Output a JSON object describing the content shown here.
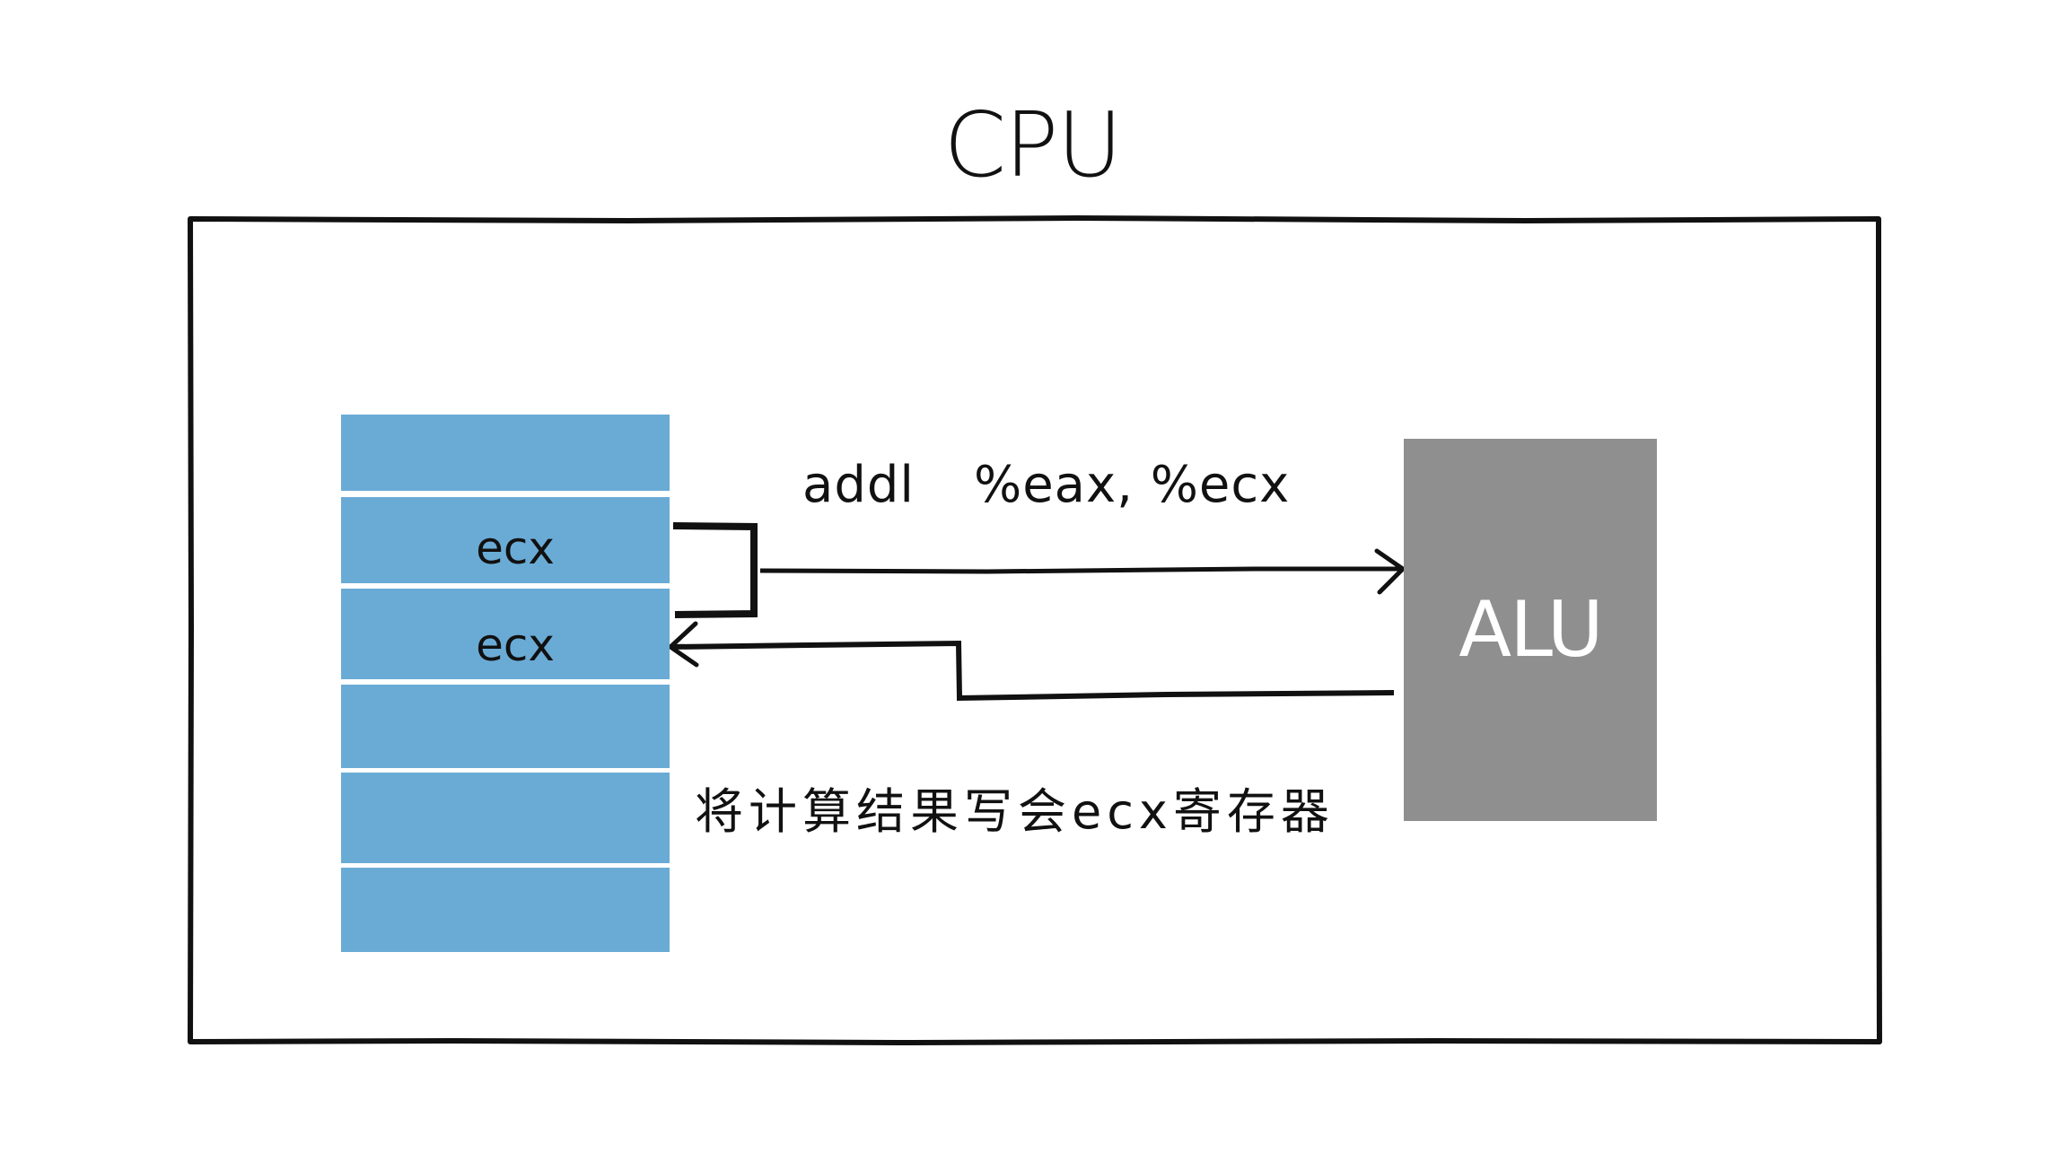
{
  "diagram": {
    "title": "CPU",
    "registers": [
      {
        "label": ""
      },
      {
        "label": "ecx"
      },
      {
        "label": "ecx"
      },
      {
        "label": ""
      },
      {
        "label": ""
      },
      {
        "label": ""
      }
    ],
    "instruction": {
      "opcode": "addl",
      "operands": "%eax, %ecx"
    },
    "alu": {
      "label": "ALU"
    },
    "caption": "将计算结果写会ecx寄存器",
    "colors": {
      "register_fill": "#6aabd6",
      "alu_fill": "#8f8f8f",
      "stroke": "#111111",
      "alu_text": "#ffffff"
    },
    "edges": [
      {
        "from": "register-ecx-source",
        "to": "alu",
        "label": "addl %eax, %ecx"
      },
      {
        "from": "alu",
        "to": "register-ecx-dest",
        "label": "将计算结果写会ecx寄存器"
      }
    ]
  }
}
